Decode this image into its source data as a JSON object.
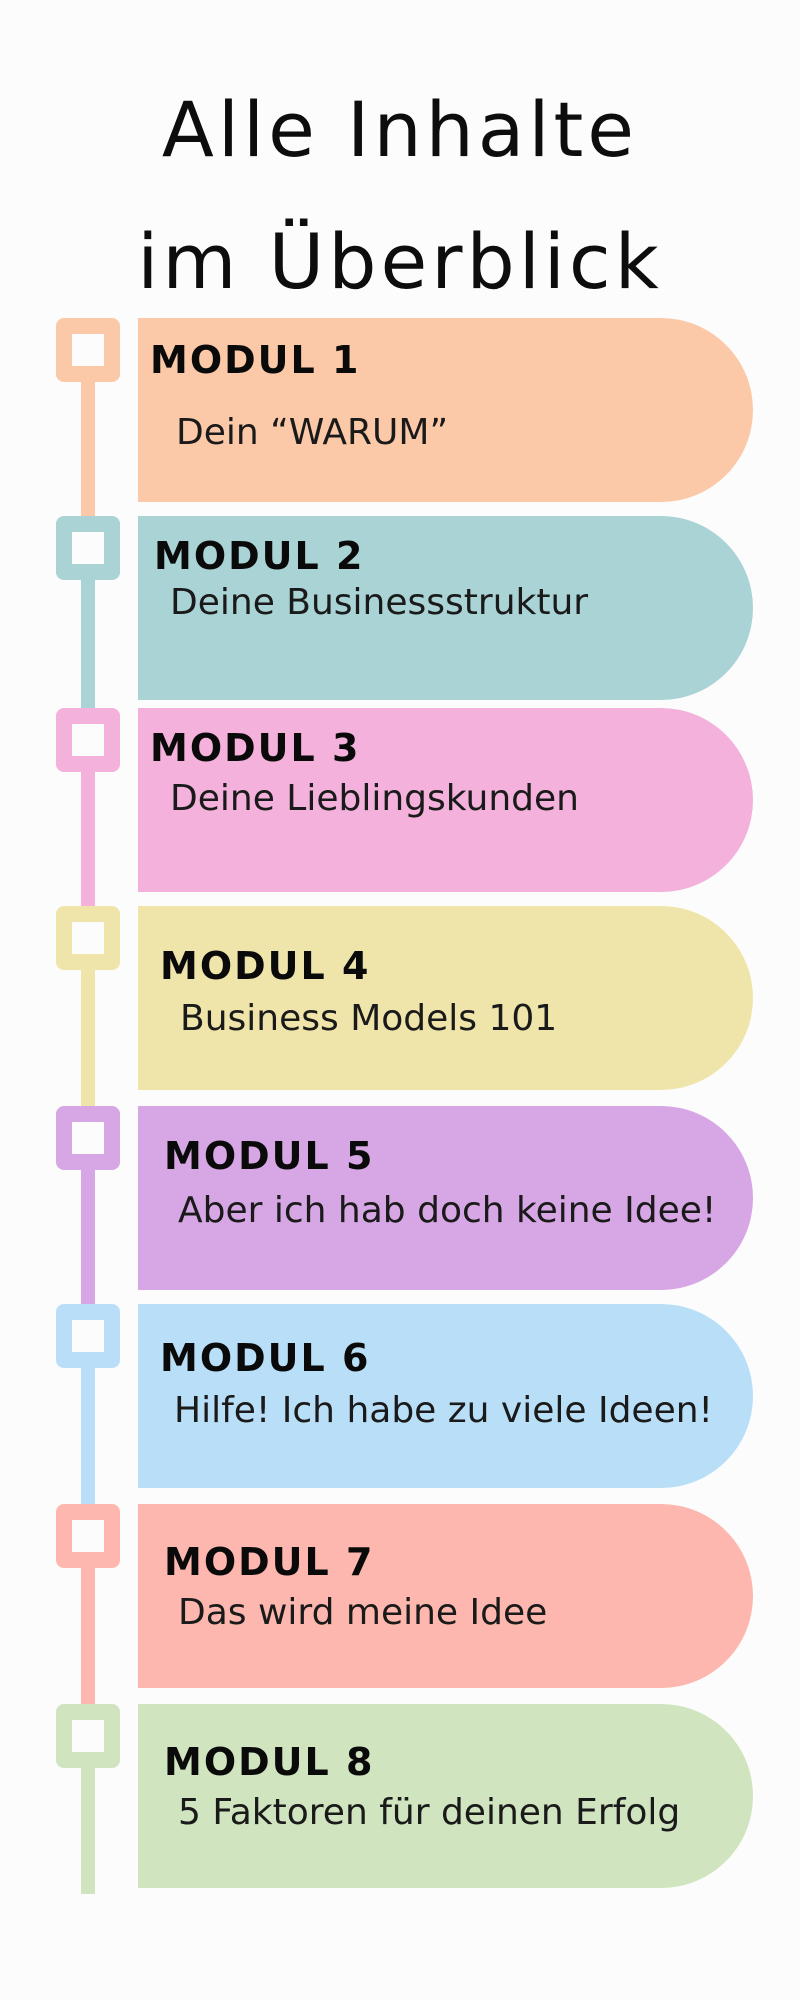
{
  "title": {
    "line1": "Alle Inhalte",
    "line2": "im Überblick"
  },
  "modules": [
    {
      "label": "MODUL 1",
      "description": "Dein “WARUM”",
      "color": "#fcc9a8"
    },
    {
      "label": "MODUL 2",
      "description": "Deine Businessstruktur",
      "color": "#a9d3d5"
    },
    {
      "label": "MODUL 3",
      "description": "Deine Lieblingskunden",
      "color": "#f3b1db"
    },
    {
      "label": "MODUL 4",
      "description": "Business Models 101",
      "color": "#efe5aa"
    },
    {
      "label": "MODUL 5",
      "description": "Aber ich hab doch keine Idee!",
      "color": "#d6a7e4"
    },
    {
      "label": "MODUL 6",
      "description": "Hilfe! Ich habe zu viele Ideen!",
      "color": "#b9dff8"
    },
    {
      "label": "MODUL 7",
      "description": "Das wird meine Idee",
      "color": "#fdb7ae"
    },
    {
      "label": "MODUL 8",
      "description": "5 Faktoren für deinen Erfolg",
      "color": "#cfe4bf"
    }
  ]
}
